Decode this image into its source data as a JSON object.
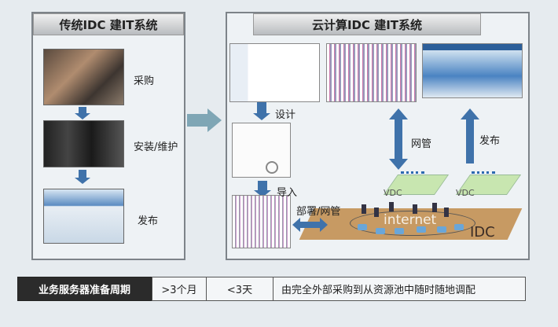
{
  "left_panel": {
    "title": "传统IDC 建IT系统",
    "steps": [
      {
        "label": "采购"
      },
      {
        "label": "安装/维护"
      },
      {
        "label": "发布"
      }
    ]
  },
  "right_panel": {
    "title": "云计算IDC 建IT系统",
    "labels": {
      "design": "设计",
      "import": "导入",
      "deploy": "部署/网管",
      "netmgmt": "网管",
      "publish": "发布",
      "vdc1": "VDC",
      "vdc2": "VDC",
      "internet": "internet",
      "idc": "IDC"
    }
  },
  "table": {
    "header": "业务服务器准备周期",
    "traditional": ">3个月",
    "cloud": "<3天",
    "note": "由完全外部采购到从资源池中随时随地调配"
  }
}
